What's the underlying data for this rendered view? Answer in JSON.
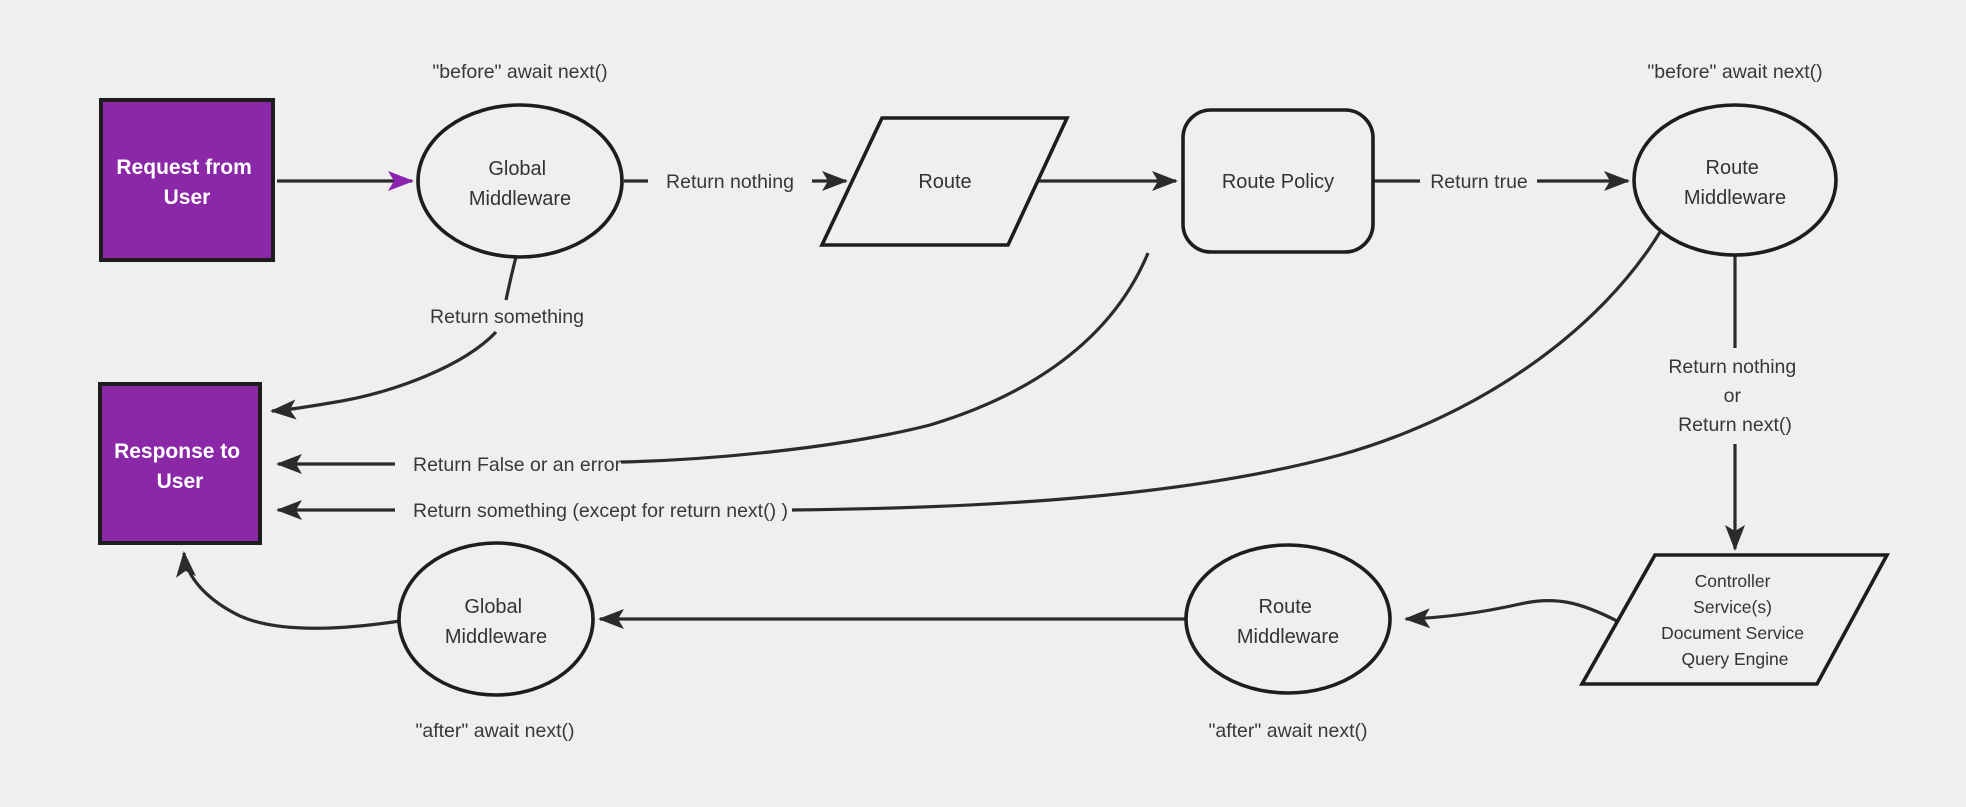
{
  "diagram": {
    "title": "request-response lifecycle flowchart",
    "colors": {
      "background": "#efefef",
      "edge_stroke": "#2b2b2b",
      "node_stroke": "#1d1d1d",
      "text": "#333333",
      "purple_fill": "#8b28a8",
      "purple_arrow": "#8b22b1",
      "white_text": "#ffffff"
    }
  },
  "nodes": {
    "request_from_user": {
      "type": "rect",
      "lines": [
        "Request from",
        "User"
      ]
    },
    "global_middleware_top": {
      "type": "ellipse",
      "lines": [
        "Global",
        "Middleware"
      ]
    },
    "route": {
      "type": "parallelogram",
      "lines": [
        "Route"
      ]
    },
    "route_policy": {
      "type": "rounded-rect",
      "lines": [
        "Route Policy"
      ]
    },
    "route_middleware_top": {
      "type": "ellipse",
      "lines": [
        "Route",
        "Middleware"
      ]
    },
    "controller_services": {
      "type": "parallelogram",
      "lines": [
        "Controller",
        "Service(s)",
        "Document Service",
        "Query Engine"
      ]
    },
    "route_middleware_bottom": {
      "type": "ellipse",
      "lines": [
        "Route",
        "Middleware"
      ]
    },
    "global_middleware_bottom": {
      "type": "ellipse",
      "lines": [
        "Global",
        "Middleware"
      ]
    },
    "response_to_user": {
      "type": "rect",
      "lines": [
        "Response to",
        "User"
      ]
    }
  },
  "annotations": {
    "before_await_next_left": "\"before\" await next()",
    "before_await_next_right": "\"before\" await next()",
    "after_await_next_left": "\"after\" await next()",
    "after_await_next_right": "\"after\" await next()"
  },
  "edge_labels": {
    "return_nothing": "Return nothing",
    "return_true": "Return true",
    "return_something": "Return something",
    "return_false_or_error": "Return False or an error",
    "return_something_except": "Return something (except for return next() )",
    "return_nothing_or_next": [
      "Return nothing",
      "or",
      "Return next()"
    ]
  }
}
